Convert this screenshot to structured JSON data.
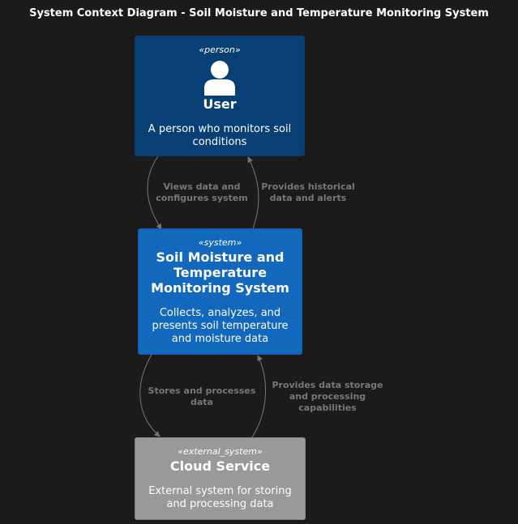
{
  "diagram": {
    "title": "System Context Diagram - Soil Moisture and Temperature Monitoring System"
  },
  "nodes": {
    "user": {
      "stereotype": "«person»",
      "title": "User",
      "description": "A person who monitors soil conditions",
      "icon": "person-icon",
      "color": "#083f75"
    },
    "system": {
      "stereotype": "«system»",
      "title": "Soil Moisture and Temperature Monitoring System",
      "description": "Collects, analyzes, and presents soil temperature and moisture data",
      "color": "#1168bd"
    },
    "cloud": {
      "stereotype": "«external_system»",
      "title": "Cloud Service",
      "description": "External system for storing and processing data",
      "color": "#999999"
    }
  },
  "edges": {
    "user_to_system": "Views data and configures system",
    "system_to_user": "Provides historical data and alerts",
    "system_to_cloud": "Stores and processes data",
    "cloud_to_system": "Provides data storage and processing capabilities"
  }
}
